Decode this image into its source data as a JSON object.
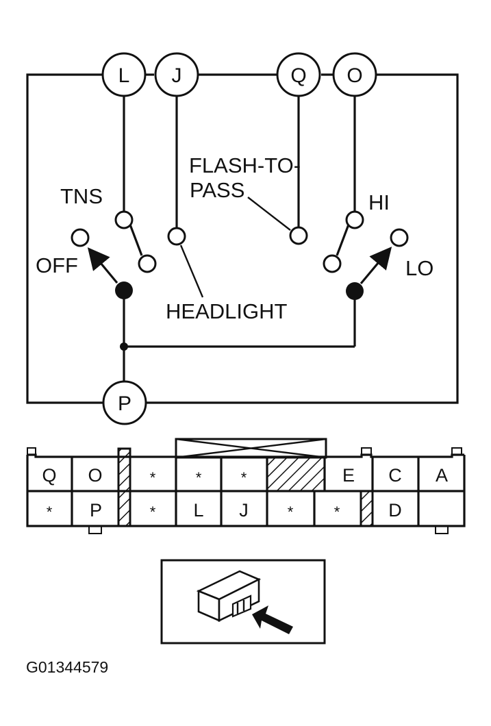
{
  "terminals": {
    "l": "L",
    "j": "J",
    "q": "Q",
    "o": "O",
    "p": "P"
  },
  "labels": {
    "tns": "TNS",
    "off": "OFF",
    "flash_line1": "FLASH-TO-",
    "flash_line2": "PASS",
    "hi": "HI",
    "lo": "LO",
    "headlight": "HEADLIGHT"
  },
  "connector": {
    "top_row": [
      "Q",
      "O",
      "*",
      "*",
      "*",
      "E",
      "C",
      "A"
    ],
    "bottom_row": [
      "*",
      "P",
      "*",
      "L",
      "J",
      "*",
      "*",
      "D"
    ]
  },
  "figure_code": "G01344579",
  "colors": {
    "line": "#111111",
    "background": "#ffffff"
  }
}
